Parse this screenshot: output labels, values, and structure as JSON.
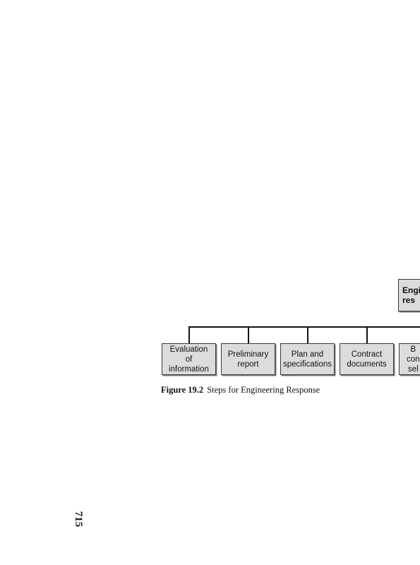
{
  "diagram": {
    "top_box_label": "Engi\nres",
    "child_boxes": [
      "Evaluation\nof\ninformation",
      "Preliminary\nreport",
      "Plan and\nspecifications",
      "Contract\ndocuments",
      "B\ncon\nsel"
    ]
  },
  "caption": {
    "figure_number": "Figure 19.2",
    "text": "Steps for Engineering Response"
  },
  "page_number": "715"
}
